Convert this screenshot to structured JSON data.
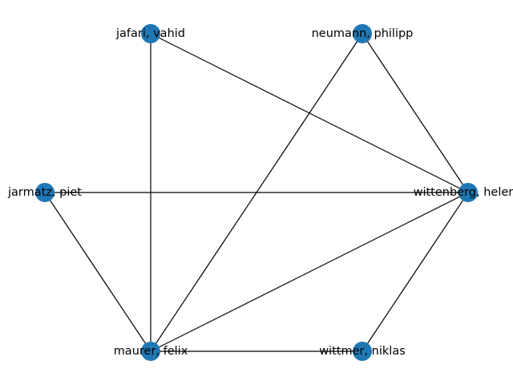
{
  "graph": {
    "node_color": "#1f77b4",
    "edge_color": "#000000",
    "nodes": [
      {
        "id": "jafari",
        "label": "jafari, vahid"
      },
      {
        "id": "neumann",
        "label": "neumann, philipp"
      },
      {
        "id": "jarmatz",
        "label": "jarmatz, piet"
      },
      {
        "id": "wittenberg",
        "label": "wittenberg, helene"
      },
      {
        "id": "maurer",
        "label": "maurer, felix"
      },
      {
        "id": "wittmer",
        "label": "wittmer, niklas"
      }
    ],
    "edges": [
      [
        "jafari",
        "maurer"
      ],
      [
        "jafari",
        "wittenberg"
      ],
      [
        "neumann",
        "maurer"
      ],
      [
        "neumann",
        "wittenberg"
      ],
      [
        "jarmatz",
        "wittenberg"
      ],
      [
        "jarmatz",
        "maurer"
      ],
      [
        "maurer",
        "wittenberg"
      ],
      [
        "maurer",
        "wittmer"
      ],
      [
        "wittmer",
        "wittenberg"
      ]
    ]
  }
}
